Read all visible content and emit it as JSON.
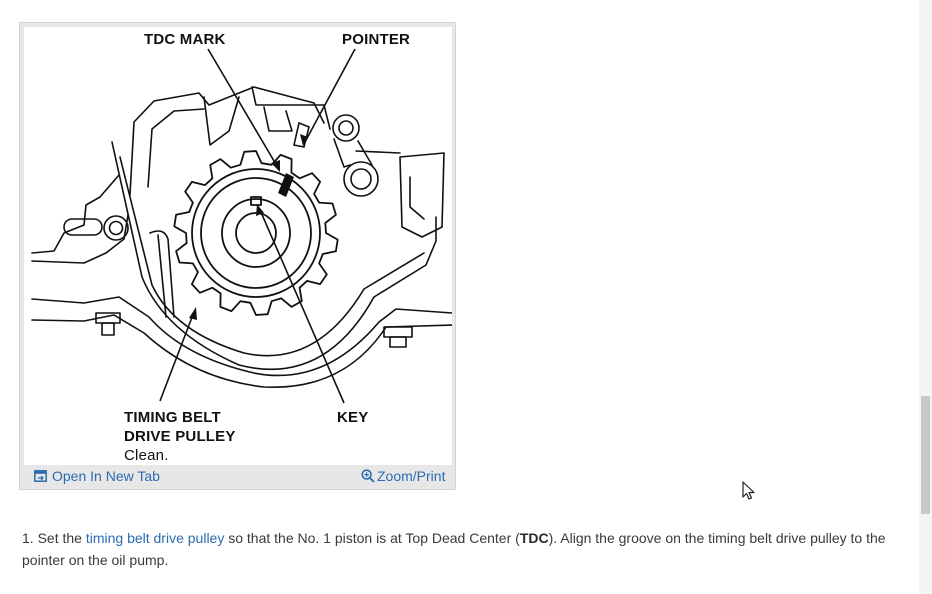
{
  "figure": {
    "label_tdc_mark": "TDC MARK",
    "label_pointer": "POINTER",
    "label_timing_belt_line1": "TIMING BELT",
    "label_timing_belt_line2": "DRIVE PULLEY",
    "label_clean": "Clean.",
    "label_key": "KEY",
    "open_new_tab_label": "Open In New Tab",
    "zoom_print_label": "Zoom/Print",
    "open_icon": "open-tab-icon",
    "zoom_icon": "zoom-icon"
  },
  "instruction": {
    "prefix": "1. Set the ",
    "link_text": "timing belt drive pulley",
    "middle": " so that the No. 1 piston is at Top Dead Center (",
    "bold_text": "TDC",
    "suffix": "). Align the groove on the timing belt drive pulley to the pointer on the oil pump."
  },
  "colors": {
    "link": "#2b6cb0",
    "text": "#3a3a3a",
    "card_border": "#e7e7e7"
  }
}
